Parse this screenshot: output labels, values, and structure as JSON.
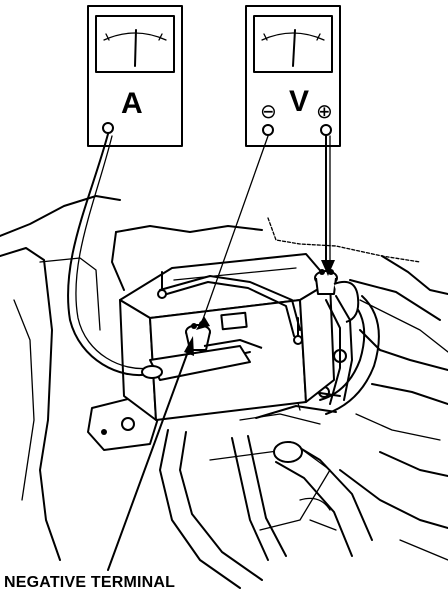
{
  "ammeter": {
    "letter": "A"
  },
  "voltmeter": {
    "letter": "V",
    "negative_symbol": "⊖",
    "positive_symbol": "⊕"
  },
  "callout": {
    "label": "NEGATIVE TERMINAL"
  }
}
